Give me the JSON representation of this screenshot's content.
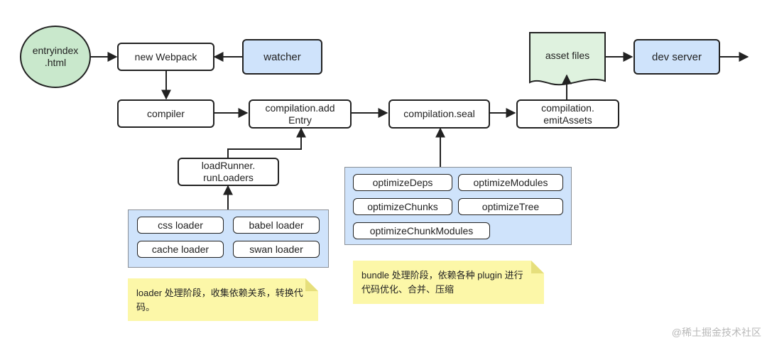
{
  "nodes": {
    "entry": "entryindex\n.html",
    "new_webpack": "new Webpack",
    "watcher": "watcher",
    "compiler": "compiler",
    "add_entry": "compilation.add\nEntry",
    "seal": "compilation.seal",
    "emit_assets": "compilation.\nemitAssets",
    "asset_files": "asset files",
    "dev_server": "dev server",
    "load_runner": "loadRunner.\nrunLoaders"
  },
  "loaders": [
    "css loader",
    "babel loader",
    "cache loader",
    "swan loader"
  ],
  "optimize": [
    "optimizeDeps",
    "optimizeModules",
    "optimizeChunks",
    "optimizeTree",
    "optimizeChunkModules"
  ],
  "notes": {
    "loader": "loader 处理阶段，收集依赖关系，转换代码。",
    "bundle": "bundle 处理阶段，依赖各种 plugin 进行代码优化、合并、压缩"
  },
  "colors": {
    "panel": "#cfe3fb",
    "note": "#fcf7a8",
    "entry": "#c9e8cc",
    "document": "#dff2df"
  },
  "watermark": "@稀土掘金技术社区"
}
